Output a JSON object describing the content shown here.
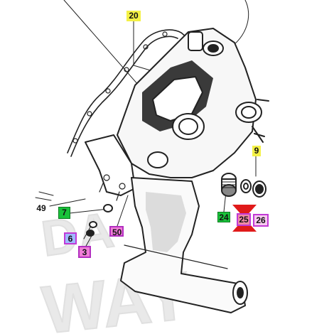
{
  "diagram": {
    "callouts": {
      "c20": "20",
      "c9": "9",
      "c49": "49",
      "c7": "7",
      "c24": "24",
      "c25": "25",
      "c26": "26",
      "c50": "50",
      "c6": "6",
      "c3": "3"
    },
    "watermark": "DA WAY",
    "colors": {
      "yellow": "#f4f146",
      "green": "#19c23a",
      "blue": "#9fb8ff",
      "magenta_border": "#c13ad6",
      "red_marker": "#e01a1a",
      "line": "#222222"
    }
  }
}
